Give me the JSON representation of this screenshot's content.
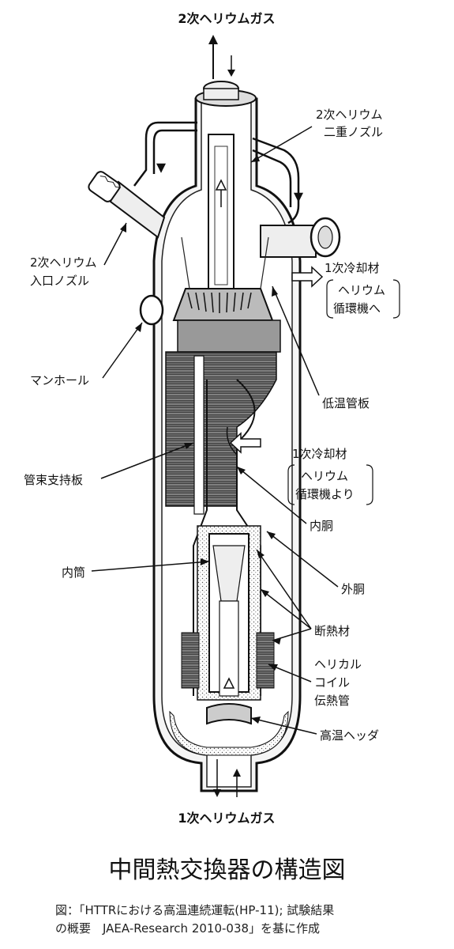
{
  "top_label": "2次ヘリウムガス",
  "bottom_label": "1次ヘリウムガス",
  "labels": {
    "secondary_double_nozzle": [
      "2次ヘリウム",
      "二重ノズル"
    ],
    "secondary_inlet_nozzle": [
      "2次ヘリウム",
      "入口ノズル"
    ],
    "coolant_out": [
      "1次冷却材",
      "ヘリウム",
      "循環機へ"
    ],
    "manhole": "マンホール",
    "low_temp_tubesheet": "低温管板",
    "coolant_in": [
      "1次冷却材",
      "ヘリウム",
      "循環機より"
    ],
    "tube_bundle_support": "管束支持板",
    "inner_shell": "内胴",
    "inner_tube": "内筒",
    "outer_shell": "外胴",
    "insulation": "断熱材",
    "helical_coil": [
      "ヘリカル",
      "コイル",
      "伝熱管"
    ],
    "hot_header": "高温ヘッダ"
  },
  "title": "中間熱交換器の構造図",
  "caption": [
    "図：「HTTRにおける高温連続運転(HP-11); 試験結果",
    "の概要　JAEA-Research 2010-038」を基に作成"
  ]
}
